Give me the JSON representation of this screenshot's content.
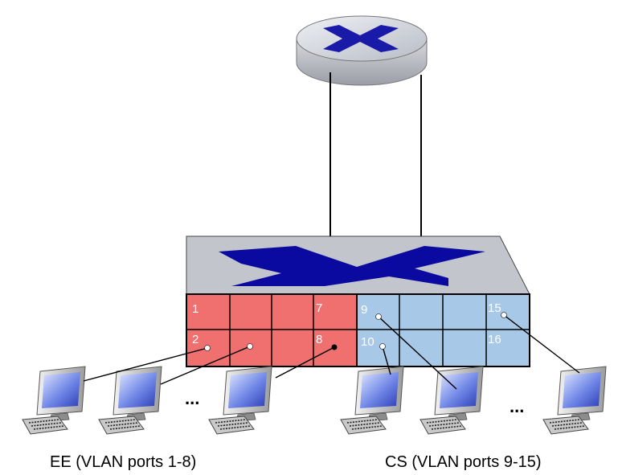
{
  "colors": {
    "ee_group": "#f07070",
    "cs_group": "#a8c8e8",
    "switch_top": "#c2c4cc",
    "router_body": "#c8cbd2",
    "arrow_blue": "#0a0a9a",
    "cable": "#000000"
  },
  "icons": {
    "router": "router-icon",
    "switch": "switch-icon",
    "computer": "computer-icon"
  },
  "ports": {
    "p1": "1",
    "p2": "2",
    "p7": "7",
    "p8": "8",
    "p9": "9",
    "p10": "10",
    "p15": "15",
    "p16": "16"
  },
  "labels": {
    "ellipsis_left": "...",
    "ellipsis_right": "...",
    "ee_caption": "EE (VLAN ports 1-8)",
    "cs_caption": "CS (VLAN ports 9-15)"
  }
}
